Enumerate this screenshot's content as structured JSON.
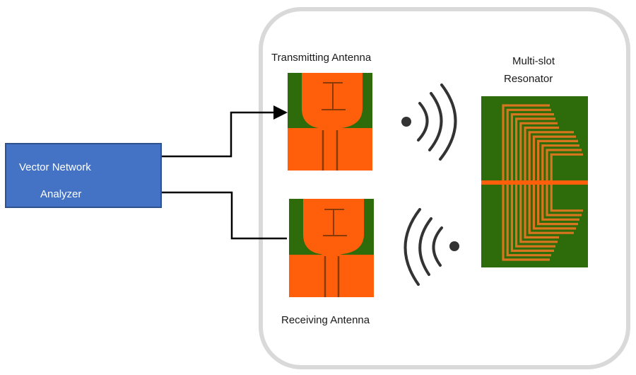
{
  "diagram": {
    "vna": {
      "line1": "Vector Network",
      "line2": "Analyzer"
    },
    "transmitting_antenna": {
      "label": "Transmitting Antenna"
    },
    "receiving_antenna": {
      "label": "Receiving Antenna"
    },
    "resonator": {
      "line1": "Multi-slot",
      "line2": "Resonator"
    },
    "colors": {
      "vna_fill": "#4472c4",
      "vna_border": "#2f528f",
      "substrate_green": "#2e6b0a",
      "copper_orange": "#ff5f0a",
      "slot_orange": "#d9751e",
      "slot_dark": "#a04a08",
      "enclosure": "#d9d9d9",
      "wave": "#333333"
    },
    "icons": {
      "tx_wave": "wireless-signal-right-icon",
      "rx_wave": "wireless-signal-left-icon"
    }
  }
}
